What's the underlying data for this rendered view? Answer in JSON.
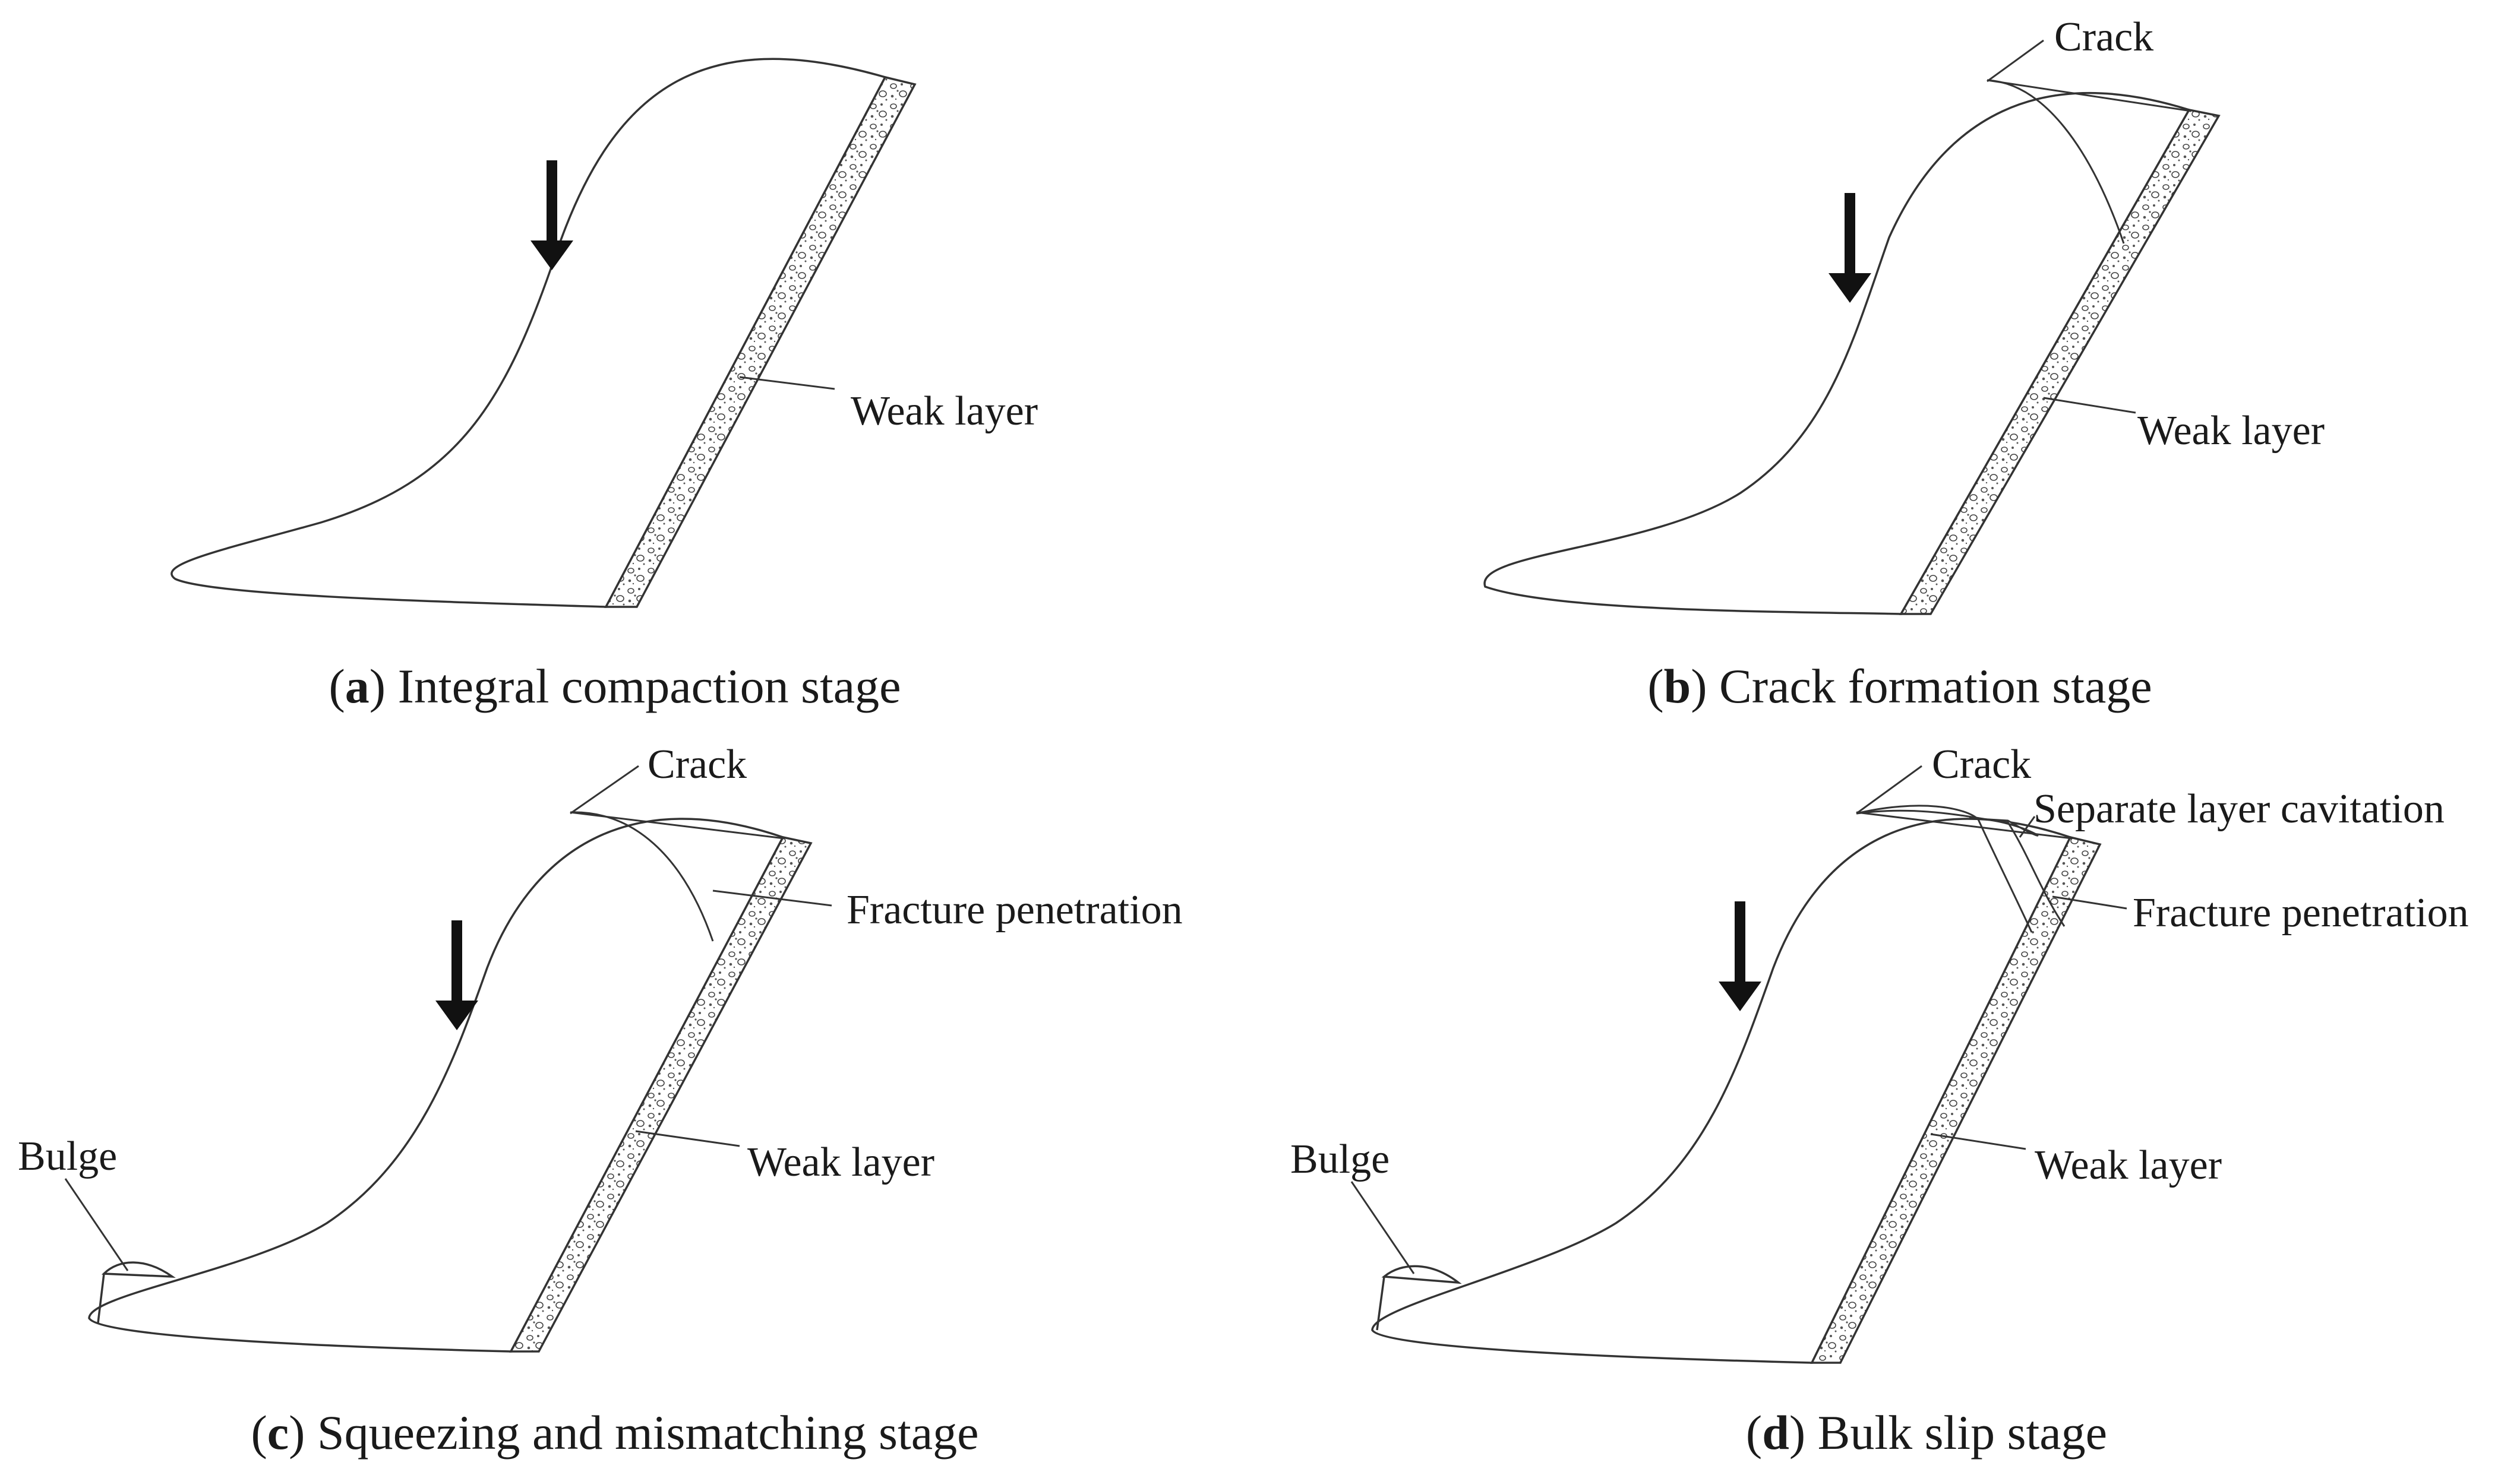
{
  "panels": {
    "a": {
      "letter": "a",
      "caption": "Integral compaction stage",
      "labels": {
        "weak_layer": "Weak layer"
      }
    },
    "b": {
      "letter": "b",
      "caption": "Crack formation stage",
      "labels": {
        "crack": "Crack",
        "weak_layer": "Weak layer"
      }
    },
    "c": {
      "letter": "c",
      "caption": "Squeezing and mismatching stage",
      "labels": {
        "crack": "Crack",
        "fracture_penetration": "Fracture penetration",
        "weak_layer": "Weak layer",
        "bulge": "Bulge"
      }
    },
    "d": {
      "letter": "d",
      "caption": "Bulk slip stage",
      "labels": {
        "crack": "Crack",
        "separate_layer_cavitation": "Separate layer cavitation",
        "fracture_penetration": "Fracture penetration",
        "weak_layer": "Weak layer",
        "bulge": "Bulge"
      }
    }
  },
  "colors": {
    "line": "#333333",
    "arrow": "#111111",
    "background": "#ffffff"
  }
}
